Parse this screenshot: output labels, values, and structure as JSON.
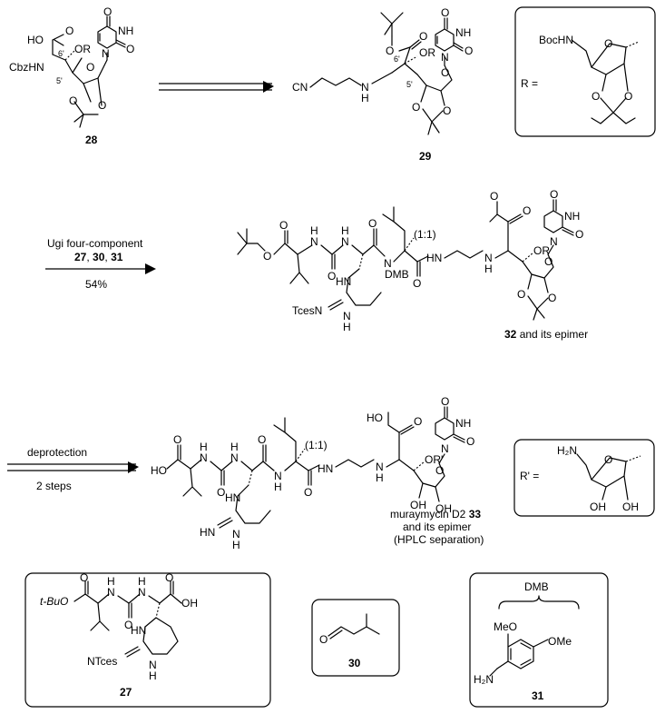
{
  "compounds": {
    "c28": {
      "number": "28",
      "labels": {
        "acid": "HO",
        "nh": "CbzHN",
        "or": "OR",
        "pos6": "6'",
        "pos5": "5'",
        "o_uracil": "O",
        "nh_uracil": "NH",
        "o_uracil2": "O",
        "n_uracil": "N",
        "o_ring": "O",
        "o1": "O",
        "o2": "O",
        "o_acid": "O"
      }
    },
    "c29": {
      "number": "29",
      "labels": {
        "cn": "CN",
        "nh": "H",
        "n": "N",
        "or": "OR",
        "pos6": "6'",
        "pos5": "5'",
        "o_ester": "O",
        "o_ester2": "O",
        "o_uracil": "O",
        "nh_uracil": "NH",
        "o_uracil2": "O",
        "n_uracil": "N",
        "o_ring": "O",
        "o1": "O",
        "o2": "O"
      }
    },
    "c32": {
      "number": "32",
      "suffix": "and its epimer",
      "labels": {
        "ratio": "(1:1)",
        "dmb": "DMB",
        "n": "N",
        "hn": "HN",
        "hn2": "H",
        "n2": "N",
        "nh_left": "H",
        "n_left": "N",
        "nh_left2": "H",
        "n_left2": "N",
        "o_left": "O",
        "o_ester": "O",
        "o_ester2": "O",
        "o_urea": "O",
        "o_amide": "O",
        "o_amide2": "O",
        "o_top": "O",
        "o_top2": "O",
        "or": "OR",
        "hn_ring": "HN",
        "n_ring": "N",
        "h_ring": "H",
        "tcesn": "TcesN",
        "o_uracil": "O",
        "nh_uracil": "NH",
        "o_uracil2": "O",
        "n_uracil": "N",
        "o_ring": "O",
        "o1": "O",
        "o2": "O"
      }
    },
    "c33": {
      "name": "muraymycin D2",
      "number": "33",
      "suffix1": "and its epimer",
      "suffix2": "(HPLC separation)",
      "labels": {
        "ratio": "(1:1)",
        "hn": "HN",
        "hn2": "H",
        "n2": "N",
        "n": "N",
        "h": "H",
        "ho_left": "HO",
        "nh_left": "H",
        "n_left": "N",
        "nh_left2": "H",
        "n_left2": "N",
        "o_left": "O",
        "o_urea": "O",
        "o_amide": "O",
        "o_amide2": "O",
        "hn_ring": "HN",
        "n_ring": "N",
        "h_ring": "H",
        "hn_imine": "HN",
        "ho_acid": "HO",
        "o_acid": "O",
        "or": "OR'",
        "oh1": "OH",
        "oh2": "OH",
        "o_uracil": "O",
        "nh_uracil": "NH",
        "o_uracil2": "O",
        "n_uracil": "N",
        "o_ring": "O"
      }
    },
    "c27": {
      "number": "27",
      "labels": {
        "tbuo": "t-BuO",
        "o_ester": "O",
        "nh1": "H",
        "n1": "N",
        "nh2": "H",
        "n2": "N",
        "o_urea": "O",
        "oh": "OH",
        "o_acid": "O",
        "hn": "HN",
        "ntces": "NTces",
        "nh3": "H",
        "n3": "N"
      }
    },
    "c30": {
      "number": "30",
      "labels": {
        "o": "O"
      }
    },
    "c31": {
      "number": "31",
      "group": "DMB",
      "labels": {
        "meo": "MeO",
        "ome": "OMe",
        "h2n": "H₂N"
      }
    }
  },
  "r_definitions": {
    "r": {
      "symbol": "R =",
      "bochn": "BocHN",
      "o_ring": "O",
      "o1": "O",
      "o2": "O"
    },
    "rprime": {
      "symbol": "R' =",
      "h2n": "H₂N",
      "o_ring": "O",
      "oh1": "OH",
      "oh2": "OH"
    }
  },
  "steps": {
    "step2": {
      "line1": "Ugi four-component",
      "reagents": [
        "27",
        "30",
        "31"
      ],
      "yield": "54%"
    },
    "step3": {
      "line1": "deprotection",
      "line2": "2 steps"
    }
  }
}
